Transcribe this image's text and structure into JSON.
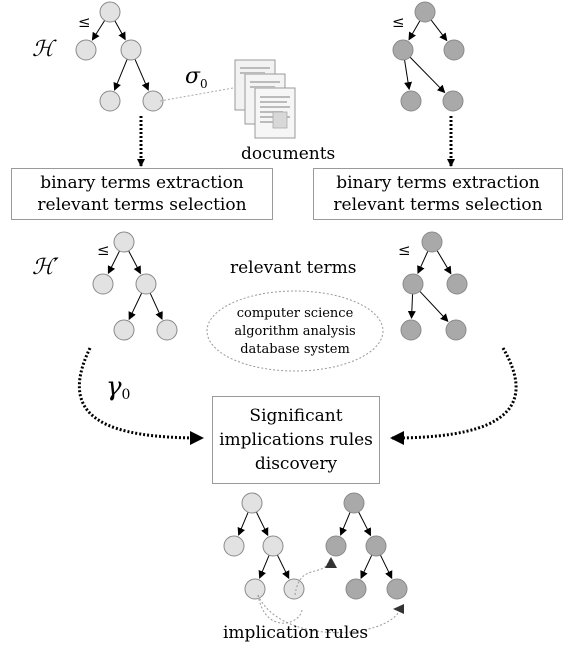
{
  "labels": {
    "H": "ℋ",
    "H_prime": "ℋ′",
    "sigma0": "σ",
    "sigma0_sub": "0",
    "gamma0": "γ",
    "gamma0_sub": "0",
    "documents": "documents",
    "relevant_terms": "relevant terms",
    "implication_rules": "implication rules",
    "leq": "≤"
  },
  "boxes": {
    "left_extraction": [
      "binary terms extraction",
      "relevant terms selection"
    ],
    "right_extraction": [
      "binary terms extraction",
      "relevant terms selection"
    ],
    "discovery": [
      "Significant",
      "implications rules",
      "discovery"
    ]
  },
  "terms": [
    "computer science",
    "algorithm analysis",
    "database system"
  ],
  "colors": {
    "light_node": "#e2e2e2",
    "dark_node": "#a9a9a9",
    "node_stroke": "#8a8a8a",
    "box_border": "#9a9a9a",
    "dotted": "#000000"
  }
}
